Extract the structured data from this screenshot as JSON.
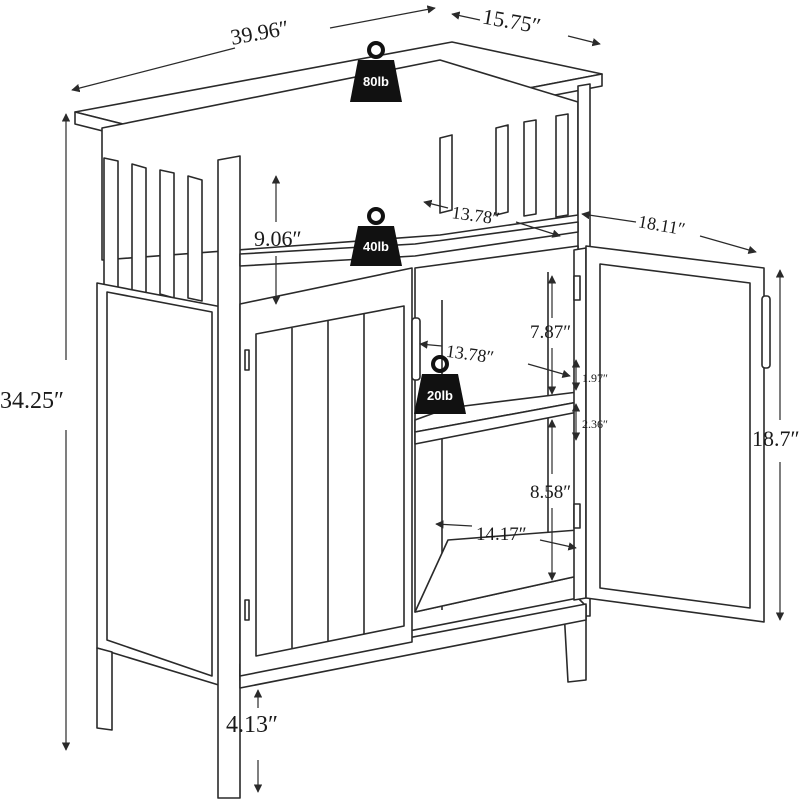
{
  "dimensions": {
    "overall_width": "39.96″",
    "overall_depth": "15.75″",
    "overall_height": "34.25″",
    "open_shelf_height": "9.06″",
    "open_shelf_width": "13.78″",
    "door_width": "18.11″",
    "door_height": "18.7″",
    "upper_compartment_height": "7.87″",
    "middle_shelf_width": "13.78″",
    "shelf_adjust_up": "1.97″",
    "shelf_adjust_down": "2.36″",
    "lower_compartment_height": "8.58″",
    "bottom_shelf_width": "14.17″",
    "leg_height": "4.13″"
  },
  "weight_limits": {
    "top": "80lb",
    "open_shelf": "40lb",
    "middle_shelf": "20lb"
  },
  "colors": {
    "line": "#2a2a2a",
    "weight_icon": "#111111",
    "weight_text": "#ffffff"
  }
}
